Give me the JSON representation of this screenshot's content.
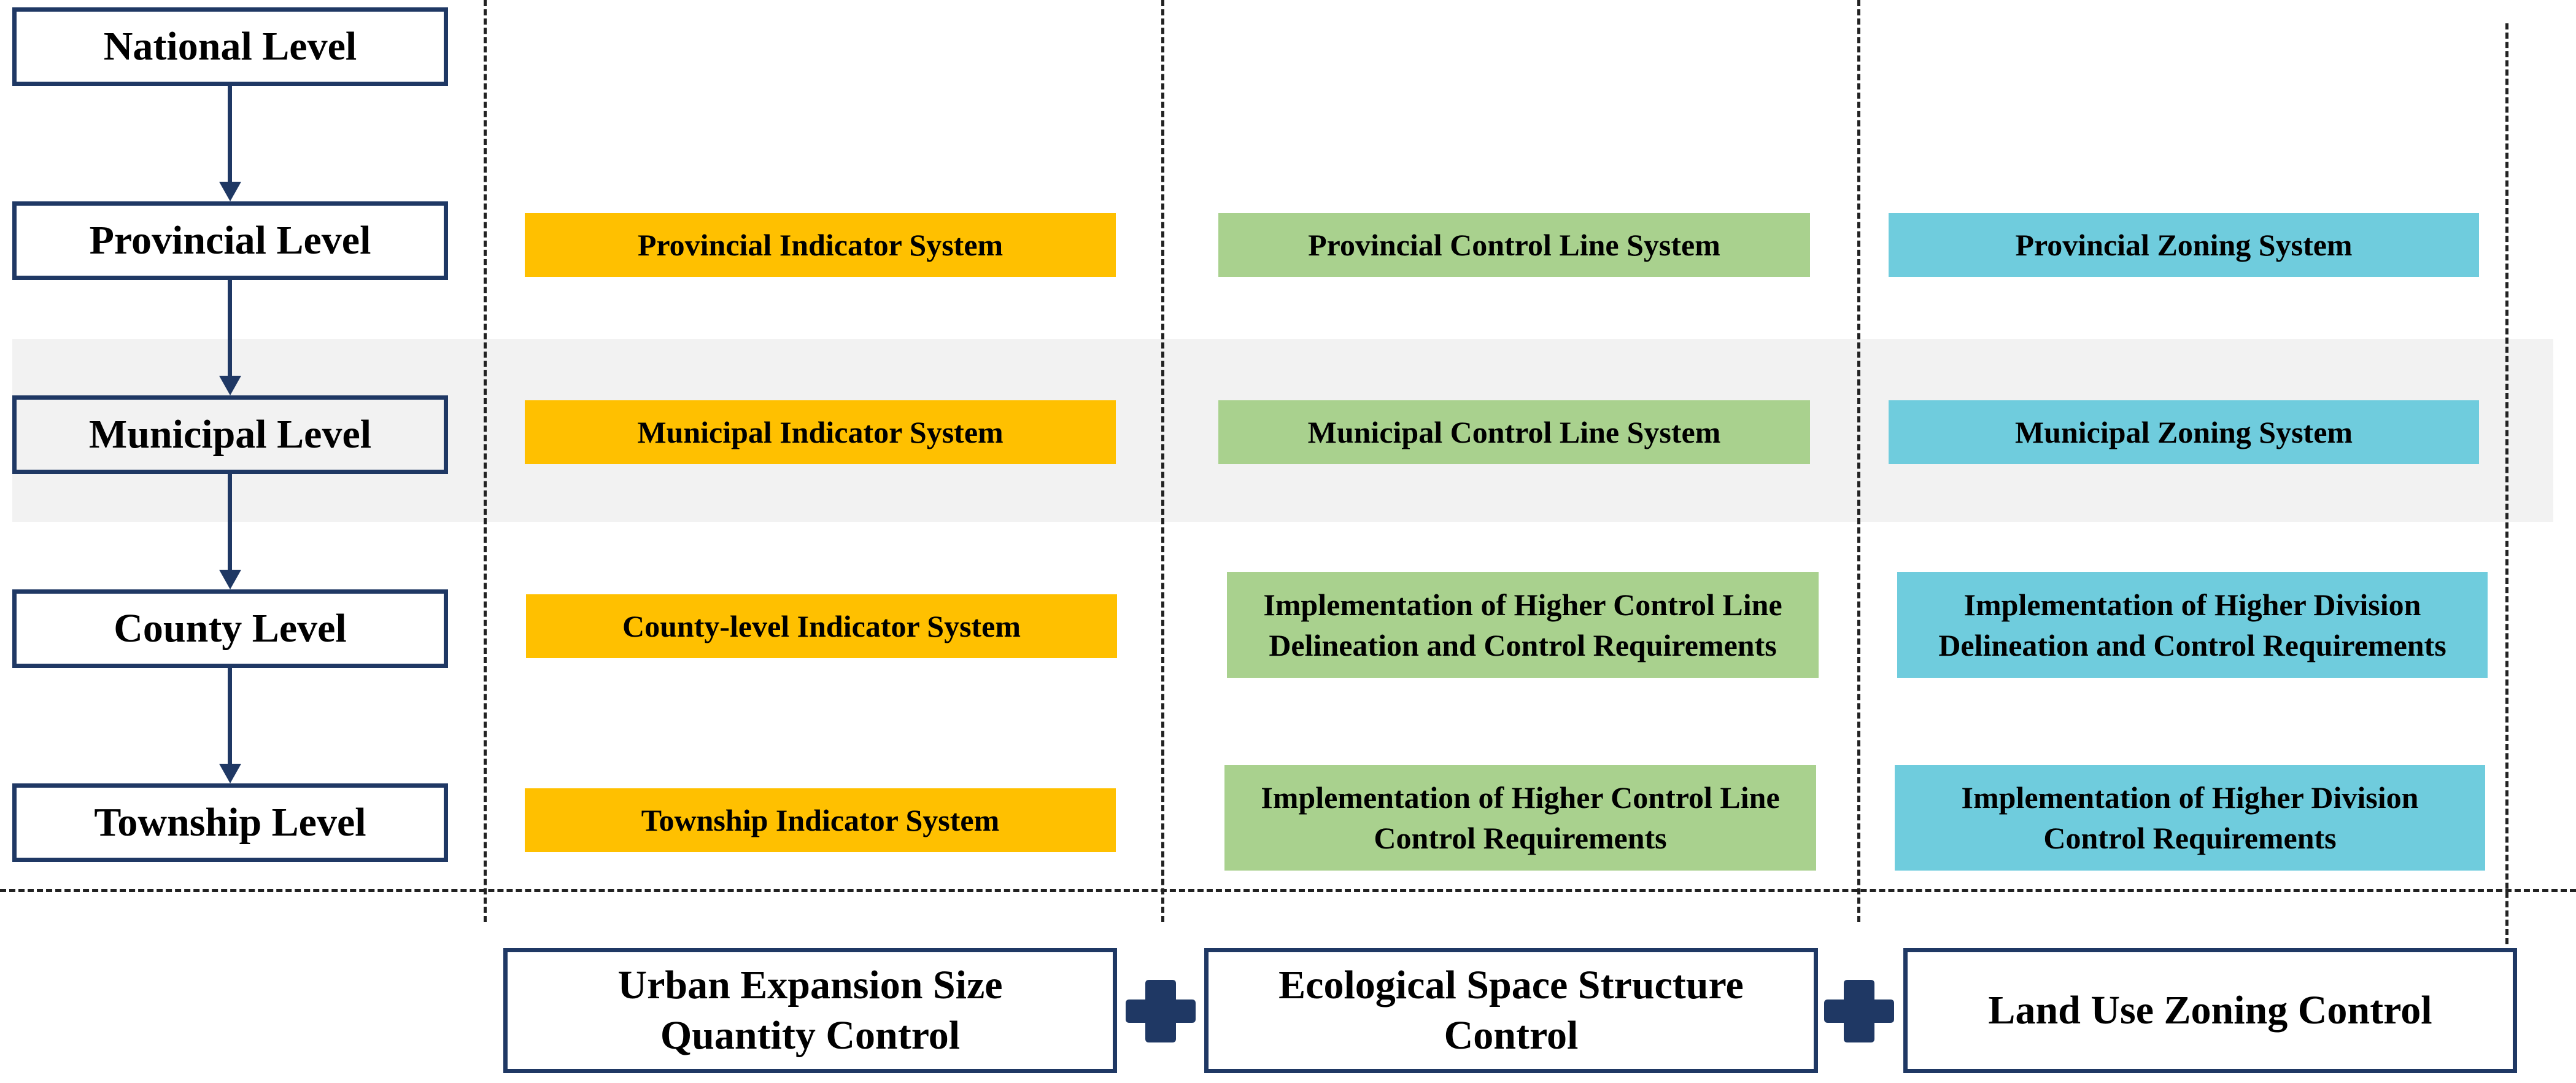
{
  "levels": [
    {
      "label": "National Level"
    },
    {
      "label": "Provincial Level"
    },
    {
      "label": "Municipal Level"
    },
    {
      "label": "County Level"
    },
    {
      "label": "Township Level"
    }
  ],
  "rows": {
    "provincial": {
      "indicator": "Provincial Indicator System",
      "control_line": "Provincial Control Line System",
      "zoning": "Provincial Zoning System"
    },
    "municipal": {
      "indicator": "Municipal Indicator System",
      "control_line": "Municipal Control Line System",
      "zoning": "Municipal Zoning System"
    },
    "county": {
      "indicator": "County-level Indicator System",
      "control_line_1": "Implementation of Higher Control Line",
      "control_line_2": "Delineation and Control Requirements",
      "zoning_1": "Implementation of Higher Division",
      "zoning_2": "Delineation and Control Requirements"
    },
    "township": {
      "indicator": "Township Indicator System",
      "control_line_1": "Implementation of Higher Control Line",
      "control_line_2": "Control Requirements",
      "zoning_1": "Implementation of Higher Division",
      "zoning_2": "Control Requirements"
    }
  },
  "controls": {
    "quantity_1": "Urban Expansion Size",
    "quantity_2": "Quantity Control",
    "structure_1": "Ecological Space Structure",
    "structure_2": "Control",
    "zoning": "Land Use Zoning Control"
  },
  "icons": {
    "plus": "plus-icon"
  },
  "colors": {
    "navy": "#1f3864",
    "orange": "#ffc000",
    "green": "#a9d18e",
    "cyan": "#6fccdd",
    "band": "#f2f2f2"
  }
}
